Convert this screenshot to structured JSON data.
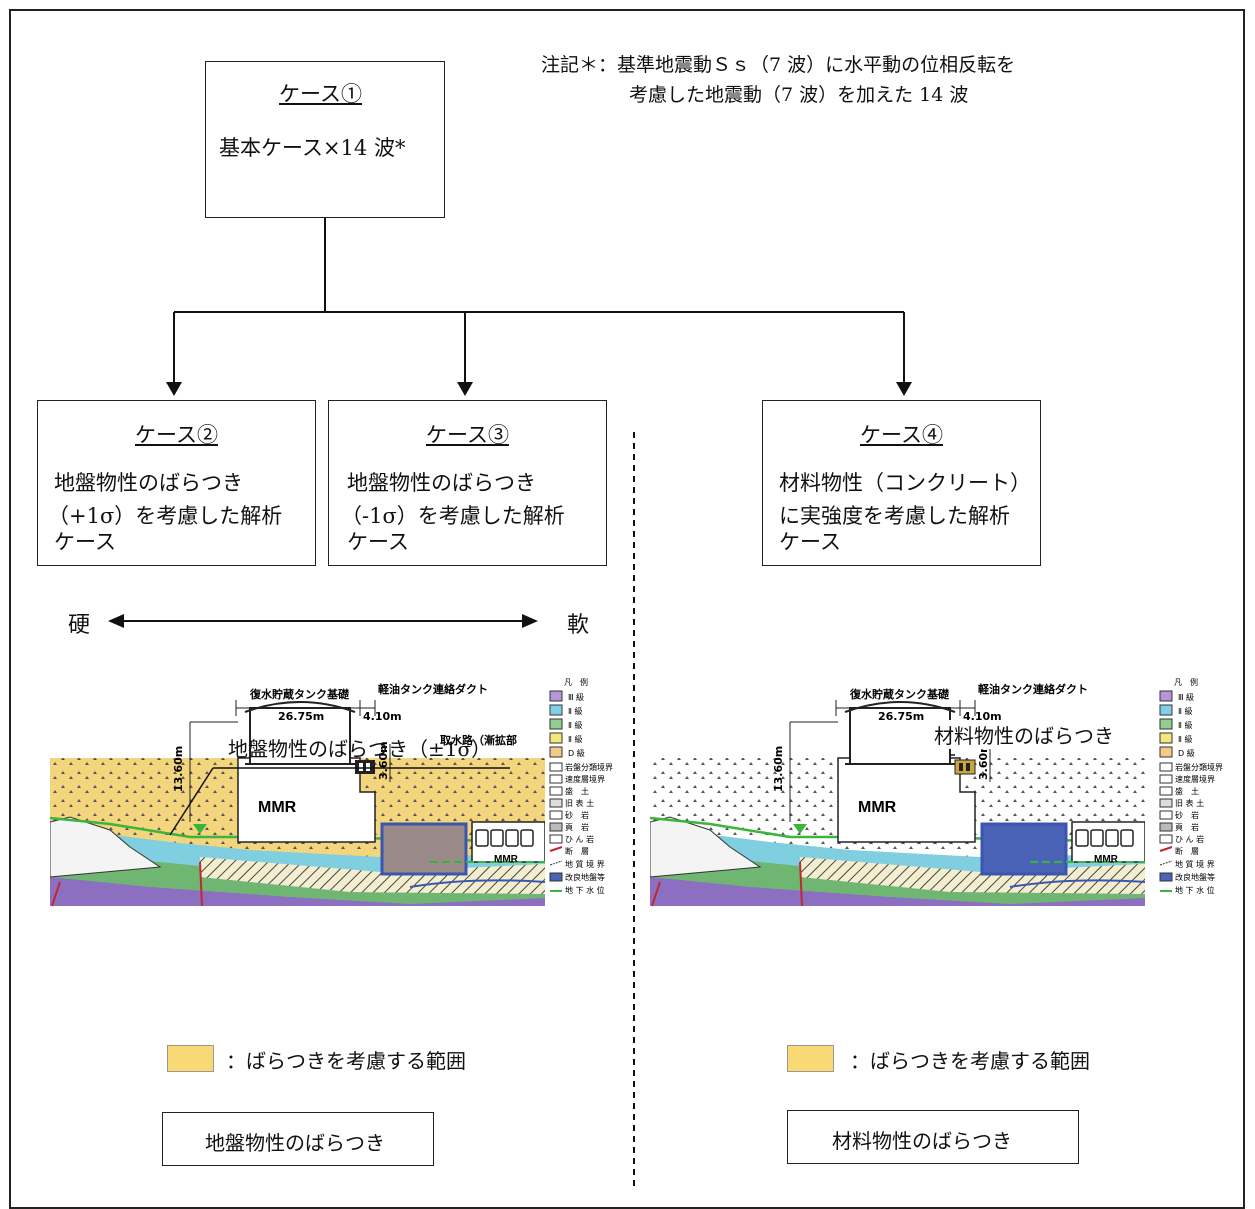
{
  "note": {
    "line1": "注記＊：基準地震動Ｓｓ（7 波）に水平動の位相反転を",
    "line2": "考慮した地震動（7 波）を加えた 14 波"
  },
  "case1": {
    "title": "ケース①",
    "body": "基本ケース×14 波*"
  },
  "case2": {
    "title": "ケース②",
    "lines": [
      "地盤物性のばらつき",
      "（+1σ）を考慮した解析",
      "ケース"
    ]
  },
  "case3": {
    "title": "ケース③",
    "lines": [
      "地盤物性のばらつき",
      "（-1σ）を考慮した解析",
      "ケース"
    ]
  },
  "case4": {
    "title": "ケース④",
    "lines": [
      "材料物性（コンクリート）",
      "に実強度を考慮した解析",
      "ケース"
    ]
  },
  "scale": {
    "hard": "硬",
    "soft": "軟"
  },
  "left_section": {
    "callout": "地盤物性のばらつき（±1σ）",
    "range_label": "：ばらつきを考慮する範囲",
    "footer": "地盤物性のばらつき"
  },
  "right_section": {
    "callout": "材料物性のばらつき",
    "range_label": "：ばらつきを考慮する範囲",
    "footer": "材料物性のばらつき"
  },
  "drawing": {
    "tank_label": "復水貯蔵タンク基礎",
    "duct_label": "軽油タンク連絡ダクト",
    "dim1": "26.75m",
    "dim2": "4.10m",
    "intake_label": "取水路（漸拡部",
    "height1": "13.60m",
    "height2": "3.60m",
    "mmr_label": "MMR",
    "mmr_small": "MMR"
  },
  "legend": {
    "title": "凡　例",
    "grades": [
      "Ⅲ 級",
      "Ⅱ 級",
      "Ⅱ 級",
      "Ⅱ 級",
      "D 級"
    ],
    "items": [
      "岩盤分類境界",
      "速度層境界",
      "盛　土",
      "旧 表 土",
      "砂　岩",
      "頁　岩",
      "ひ ん 岩",
      "断　層",
      "地 質 境 界",
      "改良地盤等",
      "地 下 水 位"
    ]
  },
  "colors": {
    "variation": "#f9d876",
    "variation_fill": "#f3d57e",
    "improved_ground": "#4a63b6",
    "groundwater": "#3cb43c",
    "fault": "#c0282e"
  }
}
